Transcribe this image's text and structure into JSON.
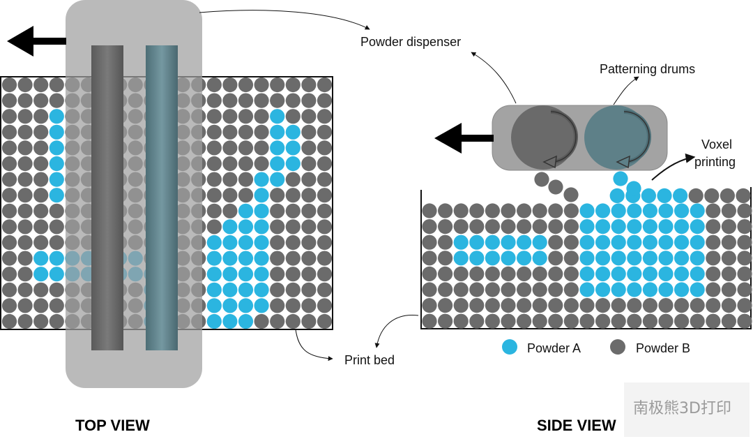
{
  "labels": {
    "powder_dispenser": "Powder dispenser",
    "patterning_drums": "Patterning drums",
    "voxel_line1": "Voxel",
    "voxel_line2": "printing",
    "print_bed": "Print bed",
    "powder_a": "Powder A",
    "powder_b": "Powder B",
    "top_view": "TOP VIEW",
    "side_view": "SIDE VIEW",
    "watermark": "南极熊3D打印"
  },
  "colors": {
    "powder_a": "#2bb5e0",
    "powder_b": "#6b6b6b",
    "dispenser": "#a3a3a3",
    "drum_gray": "#666666",
    "drum_teal": "#5a7d86"
  },
  "top_grid": {
    "rows": 16,
    "cols": 21,
    "a_cells": [
      [
        2,
        3
      ],
      [
        3,
        3
      ],
      [
        4,
        3
      ],
      [
        5,
        3
      ],
      [
        6,
        3
      ],
      [
        7,
        3
      ],
      [
        11,
        2
      ],
      [
        12,
        2
      ],
      [
        11,
        3
      ],
      [
        12,
        3
      ],
      [
        11,
        4
      ],
      [
        12,
        4
      ],
      [
        11,
        5
      ],
      [
        12,
        5
      ],
      [
        11,
        6
      ],
      [
        12,
        6
      ],
      [
        11,
        7
      ],
      [
        12,
        7
      ],
      [
        11,
        8
      ],
      [
        12,
        8
      ],
      [
        12,
        9
      ],
      [
        13,
        9
      ],
      [
        14,
        9
      ],
      [
        15,
        9
      ],
      [
        13,
        10
      ],
      [
        14,
        10
      ],
      [
        15,
        10
      ],
      [
        9,
        14
      ],
      [
        10,
        14
      ],
      [
        11,
        14
      ],
      [
        12,
        14
      ],
      [
        13,
        14
      ],
      [
        14,
        14
      ],
      [
        15,
        14
      ],
      [
        10,
        13
      ],
      [
        11,
        13
      ],
      [
        12,
        13
      ],
      [
        13,
        13
      ],
      [
        14,
        13
      ],
      [
        15,
        13
      ],
      [
        8,
        15
      ],
      [
        9,
        15
      ],
      [
        10,
        15
      ],
      [
        11,
        15
      ],
      [
        12,
        15
      ],
      [
        13,
        15
      ],
      [
        14,
        15
      ],
      [
        15,
        15
      ],
      [
        7,
        16
      ],
      [
        8,
        16
      ],
      [
        9,
        16
      ],
      [
        10,
        16
      ],
      [
        11,
        16
      ],
      [
        12,
        16
      ],
      [
        13,
        16
      ],
      [
        14,
        16
      ],
      [
        6,
        16
      ],
      [
        2,
        17
      ],
      [
        3,
        17
      ],
      [
        4,
        17
      ],
      [
        5,
        17
      ],
      [
        6,
        17
      ],
      [
        3,
        18
      ],
      [
        4,
        18
      ],
      [
        5,
        18
      ]
    ]
  },
  "side_grid": {
    "rows": 8,
    "cols": 21,
    "a_cells": [
      [
        2,
        2
      ],
      [
        2,
        3
      ],
      [
        2,
        4
      ],
      [
        2,
        5
      ],
      [
        2,
        6
      ],
      [
        2,
        7
      ],
      [
        3,
        2
      ],
      [
        3,
        3
      ],
      [
        3,
        4
      ],
      [
        3,
        5
      ],
      [
        3,
        6
      ],
      [
        3,
        7
      ],
      [
        0,
        10
      ],
      [
        1,
        10
      ],
      [
        2,
        10
      ],
      [
        3,
        10
      ],
      [
        4,
        10
      ],
      [
        5,
        10
      ],
      [
        0,
        11
      ],
      [
        1,
        11
      ],
      [
        2,
        11
      ],
      [
        3,
        11
      ],
      [
        4,
        11
      ],
      [
        5,
        11
      ],
      [
        0,
        12
      ],
      [
        1,
        12
      ],
      [
        2,
        12
      ],
      [
        3,
        12
      ],
      [
        4,
        12
      ],
      [
        5,
        12
      ],
      [
        0,
        13
      ],
      [
        1,
        13
      ],
      [
        2,
        13
      ],
      [
        3,
        13
      ],
      [
        4,
        13
      ],
      [
        5,
        13
      ],
      [
        0,
        14
      ],
      [
        1,
        14
      ],
      [
        2,
        14
      ],
      [
        3,
        14
      ],
      [
        4,
        14
      ],
      [
        5,
        14
      ],
      [
        0,
        15
      ],
      [
        1,
        15
      ],
      [
        2,
        15
      ],
      [
        3,
        15
      ],
      [
        4,
        15
      ],
      [
        5,
        15
      ],
      [
        0,
        16
      ],
      [
        1,
        16
      ],
      [
        2,
        16
      ],
      [
        3,
        16
      ],
      [
        4,
        16
      ],
      [
        5,
        16
      ],
      [
        0,
        17
      ],
      [
        1,
        17
      ],
      [
        2,
        17
      ],
      [
        3,
        17
      ],
      [
        4,
        17
      ],
      [
        5,
        17
      ]
    ],
    "top_row_a": [
      12,
      13,
      14,
      15,
      16
    ],
    "top_row_b": [
      17,
      18,
      19,
      20
    ]
  }
}
